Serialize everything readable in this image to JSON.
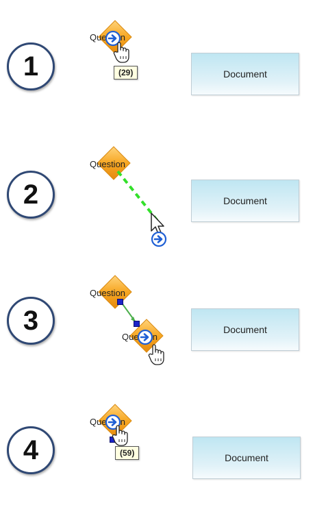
{
  "steps": [
    {
      "number": "1",
      "shape_label": "Question",
      "document_label": "Document",
      "tooltip": "(29)"
    },
    {
      "number": "2",
      "shape_label": "Question",
      "document_label": "Document"
    },
    {
      "number": "3",
      "shape_label": "Question",
      "dropped_label": "Question",
      "document_label": "Document"
    },
    {
      "number": "4",
      "shape_label": "Question",
      "document_label": "Document",
      "tooltip": "(59)"
    }
  ],
  "colors": {
    "circle_border": "#2f4874",
    "diamond": "#f7a723",
    "connector_dashed": "#33e02a",
    "connector": "#4caf4c",
    "handle": "#1b24c9",
    "icon": "#1f5fd4"
  },
  "icons": [
    "connect-arrow-icon",
    "hand-cursor-icon",
    "arrow-cursor-icon"
  ]
}
